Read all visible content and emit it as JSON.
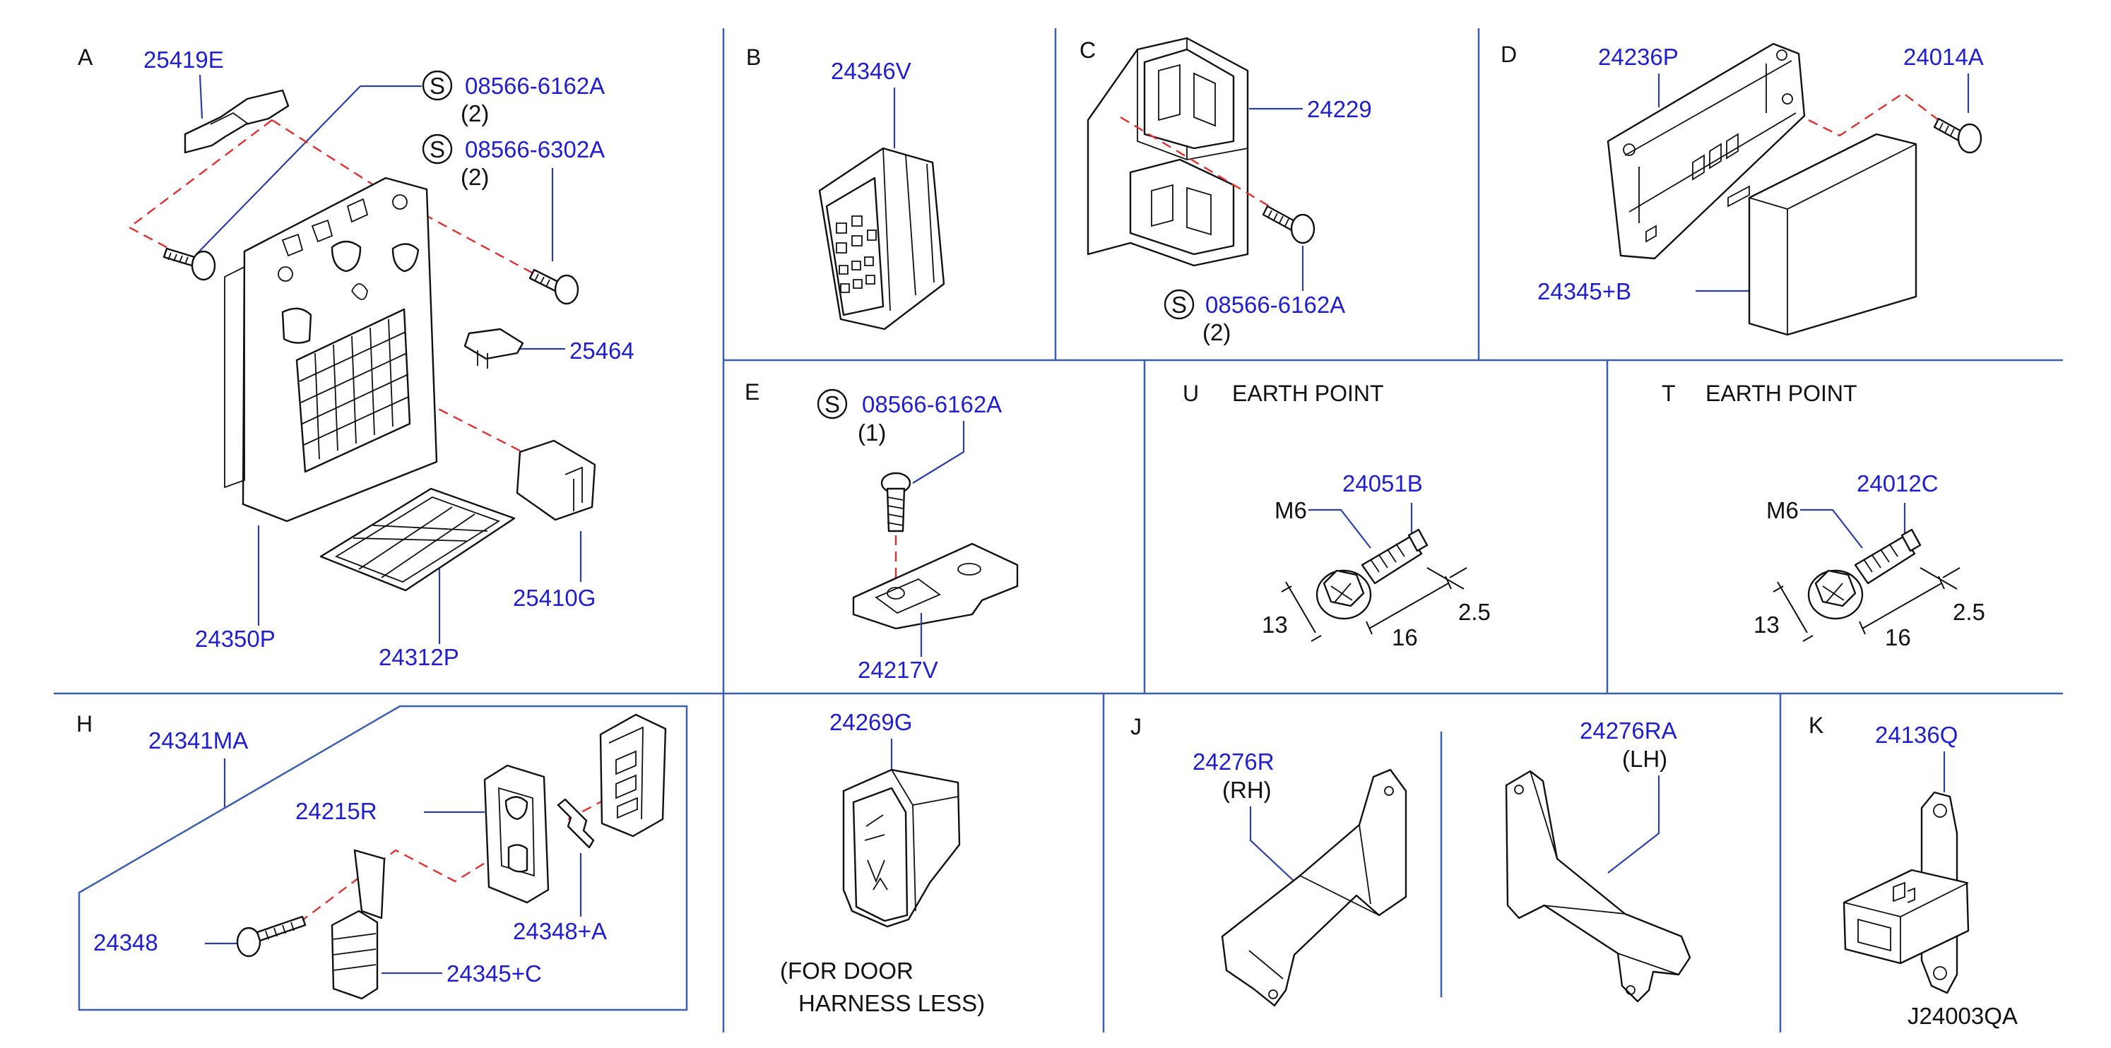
{
  "colors": {
    "part_number": "#1f1fd0",
    "grid_line": "#3a5fb0",
    "dash_line": "#e03030",
    "outline": "#111111"
  },
  "section_A": {
    "letter": "A",
    "p_25419E": "25419E",
    "s_mark_1": "S",
    "p_08566_6162A": "08566-6162A",
    "qty_1": "(2)",
    "s_mark_2": "S",
    "p_08566_6302A": "08566-6302A",
    "qty_2": "(2)",
    "p_25464": "25464",
    "p_25410G": "25410G",
    "p_24350P": "24350P",
    "p_24312P": "24312P"
  },
  "section_B": {
    "letter": "B",
    "p_24346V": "24346V"
  },
  "section_C": {
    "letter": "C",
    "p_24229": "24229",
    "s_mark": "S",
    "p_08566_6162A": "08566-6162A",
    "qty": "(2)"
  },
  "section_D": {
    "letter": "D",
    "p_24236P": "24236P",
    "p_24014A": "24014A",
    "p_24345_B": "24345+B"
  },
  "section_E": {
    "letter": "E",
    "s_mark": "S",
    "p_08566_6162A": "08566-6162A",
    "qty": "(1)",
    "p_24217V": "24217V"
  },
  "section_U": {
    "letter": "U",
    "title": "EARTH   POINT",
    "p_24051B": "24051B",
    "thread": "M6",
    "dim_13": "13",
    "dim_16": "16",
    "dim_25": "2.5"
  },
  "section_T": {
    "letter": "T",
    "title": "EARTH   POINT",
    "p_24012C": "24012C",
    "thread": "M6",
    "dim_13": "13",
    "dim_16": "16",
    "dim_25": "2.5"
  },
  "section_H": {
    "letter": "H",
    "p_24341MA": "24341MA",
    "p_24215R": "24215R",
    "p_24348": "24348",
    "p_24348_A": "24348+A",
    "p_24345_C": "24345+C"
  },
  "section_G": {
    "p_24269G": "24269G",
    "note_line1": "(FOR   DOOR",
    "note_line2": "HARNESS   LESS)"
  },
  "section_J": {
    "letter": "J",
    "p_24276R": "24276R",
    "side_rh": "(RH)",
    "p_24276RA": "24276RA",
    "side_lh": "(LH)"
  },
  "section_K": {
    "letter": "K",
    "p_24136Q": "24136Q"
  },
  "drawing_code": "J24003QA"
}
